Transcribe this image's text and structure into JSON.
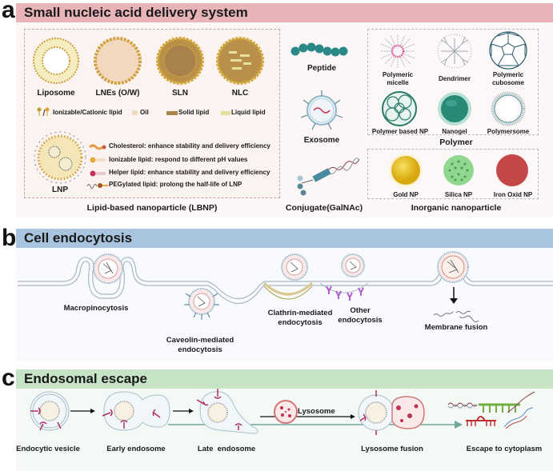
{
  "panels": {
    "a": {
      "letter": "a",
      "title": "Small nucleic acid delivery system",
      "bar_color": "#e8b4b8",
      "lbnp": {
        "group_label": "Lipid-based nanoparticle (LBNP)",
        "particles": [
          {
            "name": "Liposome"
          },
          {
            "name": "LNEs (O/W)"
          },
          {
            "name": "SLN"
          },
          {
            "name": "NLC"
          }
        ],
        "legend_top": [
          {
            "icon": "ionizable-cationic-lipid-icon",
            "text": "Ionizable/Cationic lipid"
          },
          {
            "icon": "oil-swatch",
            "text": "Oil",
            "color": "#f0d8c0"
          },
          {
            "icon": "solid-lipid-swatch",
            "text": "Solid lipid",
            "color": "#a8864a"
          },
          {
            "icon": "liquid-lipid-swatch",
            "text": "Liquid lipid",
            "color": "#e6e0a0"
          }
        ],
        "lnp": {
          "name": "LNP",
          "legend": [
            {
              "icon": "cholesterol-icon",
              "text": "Cholesterol: enhance stability and delivery efficiency",
              "color": "#e89a4a"
            },
            {
              "icon": "ionizable-lipid-icon",
              "text": "Ionizable lipid: respond to different pH values",
              "color": "#e8a840"
            },
            {
              "icon": "helper-lipid-icon",
              "text": "Helper lipid: enhance stability and delivery efficiency",
              "color": "#c0305a"
            },
            {
              "icon": "pegylated-lipid-icon",
              "text": "PEGylated lipid: prolong the half-life of LNP",
              "color": "#a0582a"
            }
          ]
        }
      },
      "middle": {
        "peptide": "Peptide",
        "exosome": "Exosome",
        "conjugate": "Conjugate(GalNAc)"
      },
      "polymer": {
        "group_label": "Polymer",
        "items": [
          {
            "name": "Polymeric\nmicelle",
            "line1": "Polymeric",
            "line2": "micelle"
          },
          {
            "name": "Dendrimer"
          },
          {
            "name": "Polymeric\ncubosome",
            "line1": "Polymeric",
            "line2": "cubosome"
          },
          {
            "name": "Polymer based NP"
          },
          {
            "name": "Nanogel"
          },
          {
            "name": "Polymersome"
          }
        ]
      },
      "inorganic": {
        "group_label": "Inorganic nanoparticle",
        "items": [
          {
            "name": "Gold NP",
            "color": "#e8c020"
          },
          {
            "name": "Silica NP",
            "color": "#90d890"
          },
          {
            "name": "Iron Oxid NP",
            "color": "#c04848"
          }
        ]
      }
    },
    "b": {
      "letter": "b",
      "title": "Cell endocytosis",
      "bar_color": "#a9c4de",
      "pathways": [
        {
          "line1": "Macropinocytosis"
        },
        {
          "line1": "Caveolin-mediated",
          "line2": "endocytosis"
        },
        {
          "line1": "Clathrin-mediated",
          "line2": "endocytosis"
        },
        {
          "line1": "Other",
          "line2": "endocytosis"
        },
        {
          "line1": "Membrane fusion"
        }
      ]
    },
    "c": {
      "letter": "c",
      "title": "Endosomal escape",
      "bar_color": "#c6e3c6",
      "stages": [
        {
          "label": "Endocytic vesicle"
        },
        {
          "label": "Early endosome"
        },
        {
          "label": "Late  endosome"
        },
        {
          "label": "Lysosome fusion"
        },
        {
          "label": "Escape to cytoplasm"
        }
      ],
      "lysosome_label": "Lysosome"
    }
  }
}
